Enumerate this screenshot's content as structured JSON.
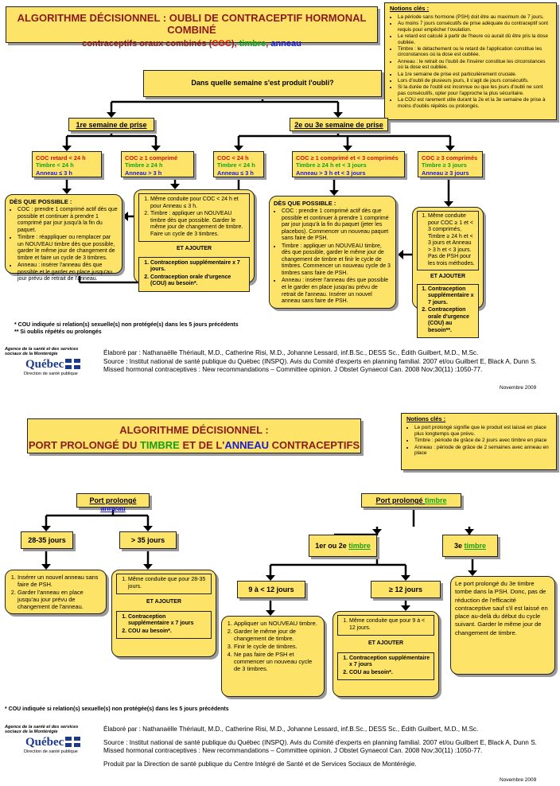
{
  "a1": {
    "title": "ALGORITHME DÉCISIONNEL : OUBLI DE CONTRACEPTIF HORMONAL COMBINÉ",
    "subtitle_pre": "contraceptifs oraux combinés (",
    "subtitle_coc": "COC",
    "subtitle_mid": "), ",
    "subtitle_timbre": "timbre",
    "subtitle_comma": ", ",
    "subtitle_anneau": "anneau",
    "notes_head": "Notions clés :",
    "notes": [
      "La période sans hormone (PSH) doit être au maximum de 7 jours.",
      "Au moins 7 jours consécutifs de prise adéquate du contraceptif sont requis pour empêcher l'ovulation.",
      "Le retard est calculé à partir de l'heure où aurait dû être pris la dose oubliée.",
      "Timbre : le détachement ou le retard de l'application constitue les circonstances où la dose est oubliée.",
      "Anneau : le retrait ou l'oubli de l'insérer constitue les circonstances où la dose est oubliée.",
      "La 1re semaine de prise est particulièrement cruciale.",
      "Lors d'oubli de plusieurs jours, il s'agit de jours consécutifs.",
      "Si la durée de l'oubli est inconnue ou que les jours d'oubli ne sont pas consécutifs, opter pour l'approche la plus sécuritaire.",
      "La COU est rarement utile durant la 2e et la 3e semaine de prise à moins d'oublis répétés ou prolongés."
    ],
    "question": "Dans quelle semaine s'est produit l'oubli?",
    "week1": "1re semaine de prise",
    "week23": "2e ou 3e semaine de prise",
    "c1": [
      "COC retard < 24 h",
      "Timbre < 24 h",
      "Anneau ≤ 3 h"
    ],
    "c2": [
      "COC ≥ 1 comprimé",
      "Timbre ≥ 24 h",
      "Anneau > 3 h"
    ],
    "c3": [
      "COC < 24 h",
      "Timbre < 24 h",
      "Anneau ≤ 3 h"
    ],
    "c4": [
      "COC ≥ 1 comprimé et < 3 comprimés",
      "Timbre ≥ 24 h et < 3 jours",
      "Anneau > 3 h et < 3 jours"
    ],
    "c5": [
      "COC ≥ 3 comprimés",
      "Timbre ≥ 3 jours",
      "Anneau ≥ 3 jours"
    ],
    "asap1_head": "DÈS QUE POSSIBLE :",
    "asap1": [
      "COC : prendre 1 comprimé actif dès que possible et continuer à prendre 1 comprimé par jour jusqu'à la fin du paquet.",
      "Timbre : réappliquer ou remplacer par un NOUVEAU timbre dès que possible, garder le même jour de changement de timbre et faire un cycle de 3 timbres.",
      "Anneau : insérer l'anneau dès que possible et le garder en place jusqu'au jour prévu de retrait de l'anneau."
    ],
    "b2_list": [
      "Même conduite pour COC < 24 h et pour Anneau ≤ 3 h.",
      "Timbre : appliquer un NOUVEAU timbre dès que possible. Garder le même jour de changement de timbre. Faire un cycle de 3 timbres."
    ],
    "et_ajouter": "ET AJOUTER",
    "b2_add": [
      "Contraception supplémentaire x 7 jours.",
      "Contraception orale d'urgence (COU) au besoin*."
    ],
    "asap2_head": "DÈS QUE POSSIBLE :",
    "asap2": [
      "COC : prendre 1 comprimé actif dès que possible et continuer à prendre 1 comprimé par jour jusqu'à la fin du paquet (jeter les placebos). Commencer un nouveau paquet sans faire de PSH.",
      "Timbre : appliquer un NOUVEAU timbre, dès que possible, garder le même jour de changement de timbre et finir le cycle de timbres. Commencer un nouveau cycle de 3 timbres sans faire de PSH.",
      "Anneau : insérer l'anneau dès que possible et le garder en place jusqu'au prévu de retrait de l'anneau. Insérer un nouvel anneau sans faire de PSH."
    ],
    "b5_list": [
      "Même conduite pour COC ≥ 1 et < 3 comprimés, Timbre ≥ 24 h et < 3 jours et Anneau > 3 h et < 3 jours. Pas de PSH pour les trois méthodes."
    ],
    "b5_add": [
      "Contraception supplémentaire x 7 jours.",
      "Contraception orale d'urgence (COU) au besoin**."
    ],
    "fn1": "*  COU indiquée si relation(s) sexuelle(s) non protégée(s) dans les 5 jours précédents",
    "fn2": "** Si oublis répétés ou prolongés",
    "credit": "Élaboré par : Nathanaëlle Thériault, M.D., Catherine Risi, M.D., Johanne Lessard, inf.B.Sc., DESS Sc., Édith Guilbert, M.D., M.Sc.",
    "source": "Source : Institut national de santé publique du Québec (INSPQ). Avis du Comité d'experts en planning familial. 2007 et/ou Guilbert E, Black A, Dunn S. Missed hormonal contraceptives : New recommandations – Committee opinion. J Obstet Gynaecol Can. 2008 Nov;30(11) :1050-77.",
    "date": "Novembre 2009"
  },
  "logo": {
    "agency": "Agence de la santé et des services sociaux de la Montérégie",
    "quebec": "Québec",
    "dir": "Direction de santé publique"
  },
  "a2": {
    "title1": "ALGORITHME DÉCISIONNEL :",
    "title2_pre": "PORT PROLONGÉ DU ",
    "title2_timbre": "TIMBRE",
    "title2_mid": " ET DE L'",
    "title2_anneau": "ANNEAU",
    "title2_post": " CONTRACEPTIFS",
    "notes_head": "Notions clés :",
    "notes": [
      "Le port prolongé signifie que le produit est laissé en place plus longtemps que prévu.",
      "Timbre : période de grâce de 2 jours avec timbre en place",
      "Anneau : période de grâce de 2 semaines avec anneau en place"
    ],
    "pp_anneau_pre": "Port prolongé ",
    "pp_anneau": "anneau",
    "pp_timbre_pre": "Port prolongé ",
    "pp_timbre": "timbre",
    "r1": "28-35 jours",
    "r2": "> 35 jours",
    "w12_pre": "1er ou 2e ",
    "w12": "timbre",
    "w3_pre": "3e ",
    "w3": "timbre",
    "d1": "9 à < 12 jours",
    "d2": "≥ 12 jours",
    "a_list": [
      "Insérer un nouvel anneau sans faire de PSH.",
      "Garder l'anneau en place jusqu'au jour prévu de changement de l'anneau."
    ],
    "b_same": "Même conduite que pour 28-35 jours.",
    "et_ajouter": "ET AJOUTER",
    "b_add": [
      "Contraception supplémentaire x 7 jours",
      "COU au besoin*."
    ],
    "t1_list": [
      "Appliquer un NOUVEAU timbre.",
      "Garder le même jour de changement de timbre.",
      "Finir le cycle de timbres.",
      "Ne pas faire de PSH et commencer un nouveau cycle de 3 timbres."
    ],
    "t2_same": "Même conduite que pour 9 à < 12 jours.",
    "t2_add": [
      "Contraception supplémentaire x 7 jours",
      "COU au besoin*."
    ],
    "t3": "Le port prolongé du 3e timbre tombe dans la PSH. Donc, pas de réduction de l'efficacité contraceptive sauf s'il est laissé en place au-delà du début du cycle suivant. Garder le même jour de changement de timbre.",
    "fn": "* COU indiquée si relation(s) sexuelle(s) non protégée(s) dans les 5 jours précédents",
    "credit": "Élaboré par : Nathanaëlle Thériault, M.D., Catherine Risi, M.D., Johanne Lessard, inf.B.Sc., DESS Sc., Édith Guilbert, M.D., M.Sc.",
    "source": "Source : Institut national de santé publique du Québec (INSPQ). Avis du Comité d'experts en planning familial. 2007 et/ou Guilbert E, Black A, Dunn S. Missed hormonal contraceptives : New recommandations – Committee opinion. J Obstet Gynaecol Can. 2008 Nov;30(11) :1050-77.",
    "produced": "Produit par la Direction de santé publique du Centre Intégré de Santé et de Services Sociaux de Montérégie.",
    "date": "Novembre 2009"
  }
}
